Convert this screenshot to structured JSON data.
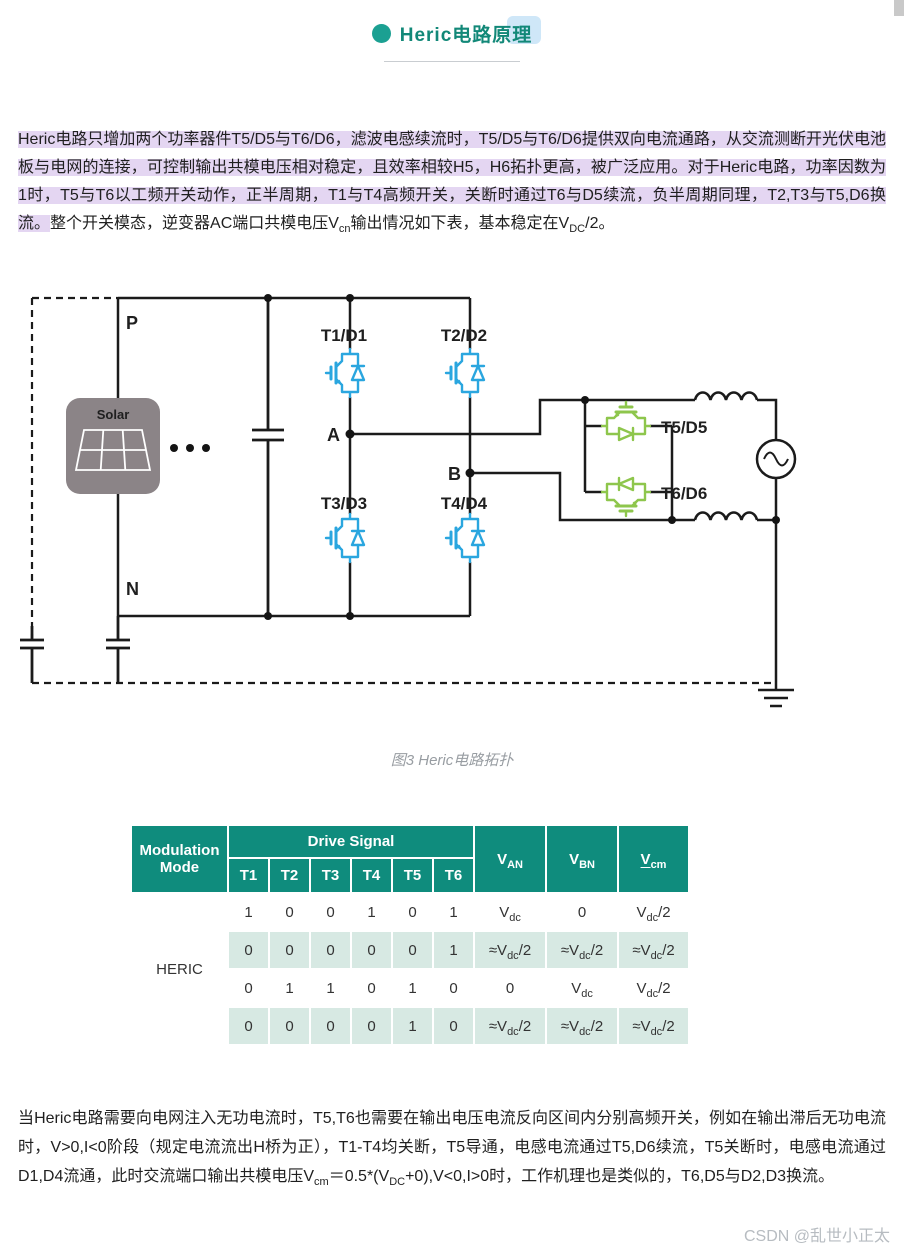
{
  "page": {
    "title": "Heric电路原理",
    "watermark": "CSDN @乱世小正太"
  },
  "intro": {
    "highlighted": "Heric电路只增加两个功率器件T5/D5与T6/D6，滤波电感续流时，T5/D5与T6/D6提供双向电流通路，从交流测断开光伏电池板与电网的连接，可控制输出共模电压相对稳定，且效率相较H5，H6拓扑更高，被广泛应用。对于Heric电路，功率因数为1时，T5与T6以工频开关动作，正半周期，T1与T4高频开关，关断时通过T6与D5续流，负半周期同理，T2,T3与T5,D6换流。",
    "plain": "整个开关模态，逆变器AC端口共模电压V_{cn}输出情况如下表，基本稳定在V_{DC}/2。"
  },
  "diagram": {
    "caption": "图3 Heric电路拓扑",
    "labels": {
      "p": "P",
      "n": "N",
      "a": "A",
      "b": "B",
      "t1": "T1/D1",
      "t2": "T2/D2",
      "t3": "T3/D3",
      "t4": "T4/D4",
      "t5": "T5/D5",
      "t6": "T6/D6",
      "solar": "Solar"
    },
    "colors": {
      "bridge_transistor": "#2aa6df",
      "aux_transistor": "#8ec64c",
      "wire": "#1b1b1b",
      "pv_body": "#8b8487"
    }
  },
  "table": {
    "header": {
      "modulation_mode": "Modulation Mode",
      "drive_signal": "Drive Signal",
      "van": "V_{AN}",
      "vbn": "V_{BN}",
      "vcm": "V_{cm}",
      "t_labels": [
        "T1",
        "T2",
        "T3",
        "T4",
        "T5",
        "T6"
      ]
    },
    "group_label": "HERIC",
    "rows": [
      [
        "1",
        "0",
        "0",
        "1",
        "0",
        "1",
        "V_{dc}",
        "0",
        "V_{dc}/2"
      ],
      [
        "0",
        "0",
        "0",
        "0",
        "0",
        "1",
        "≈V_{dc}/2",
        "≈V_{dc}/2",
        "≈V_{dc}/2"
      ],
      [
        "0",
        "1",
        "1",
        "0",
        "1",
        "0",
        "0",
        "V_{dc}",
        "V_{dc}/2"
      ],
      [
        "0",
        "0",
        "0",
        "0",
        "1",
        "0",
        "≈V_{dc}/2",
        "≈V_{dc}/2",
        "≈V_{dc}/2"
      ]
    ],
    "colors": {
      "header_bg": "#0f8c7d",
      "stripe_bg": "#d7e9e3",
      "highlight_bg": "#e4d6f2"
    }
  },
  "outro": {
    "text": "当Heric电路需要向电网注入无功电流时，T5,T6也需要在输出电压电流反向区间内分别高频开关，例如在输出滞后无功电流时，V>0,I<0阶段（规定电流流出H桥为正），T1-T4均关断，T5导通，电感电流通过T5,D6续流，T5关断时，电感电流通过D1,D4流通，此时交流端口输出共模电压V_{cm}＝0.5*(V_{DC}+0),V<0,I>0时，工作机理也是类似的，T6,D5与D2,D3换流。"
  }
}
